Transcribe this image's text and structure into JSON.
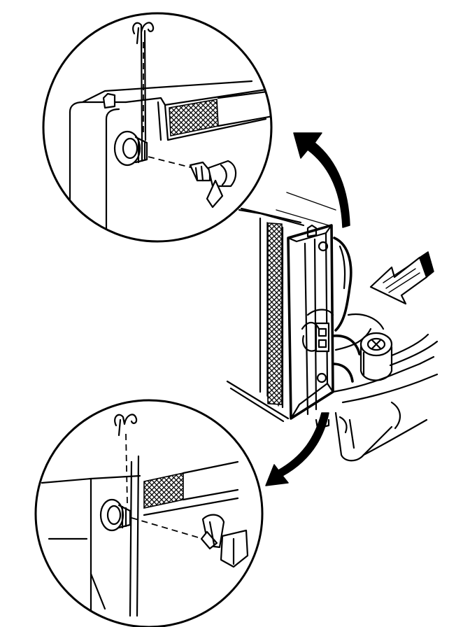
{
  "figure": {
    "icons": [
      "upper-detail-magnifier",
      "lower-detail-magnifier",
      "retaining-clip",
      "drain-cock",
      "radiator-assembly",
      "direction-arrow-up",
      "direction-arrow-down",
      "view-direction-arrow"
    ]
  }
}
